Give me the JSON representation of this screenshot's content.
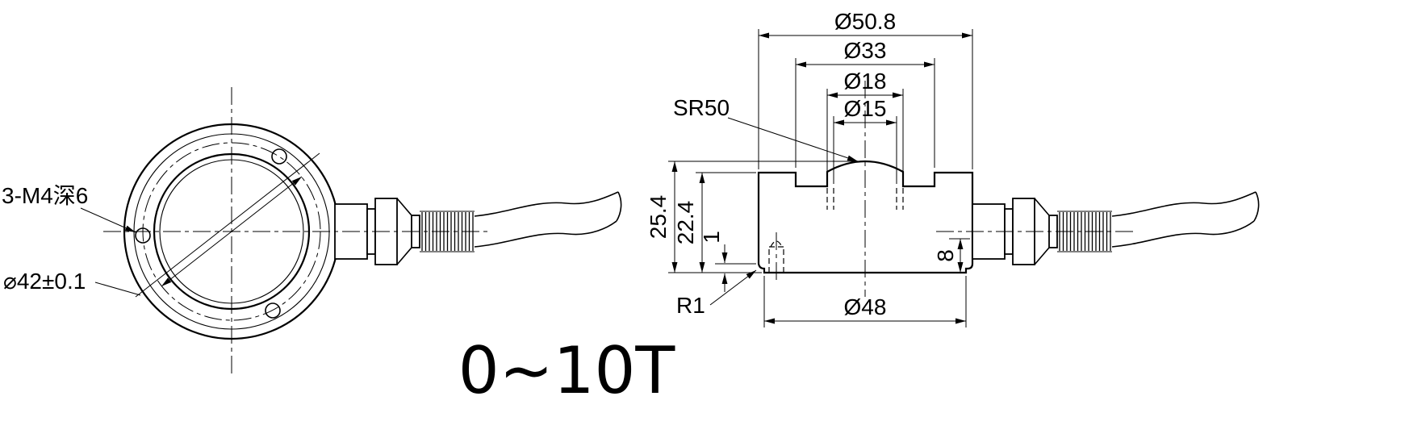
{
  "colors": {
    "ink": "#000000",
    "background": "#ffffff"
  },
  "left_view": {
    "thread_callout": "3-M4深6",
    "bolt_circle_dim": "⌀42±0.1"
  },
  "right_view": {
    "dim_outer_dia": "Ø50.8",
    "dim_groove_dia": "Ø33",
    "dim_boss_dia": "Ø18",
    "dim_bore_dia": "Ø15",
    "sphere_radius_callout": "SR50",
    "dim_total_height": "25.4",
    "dim_body_height": "22.4",
    "dim_step_height": "1",
    "dim_base_height": "8",
    "fillet_callout": "R1",
    "dim_base_dia": "Ø48"
  },
  "capacity_label": "0~10T"
}
